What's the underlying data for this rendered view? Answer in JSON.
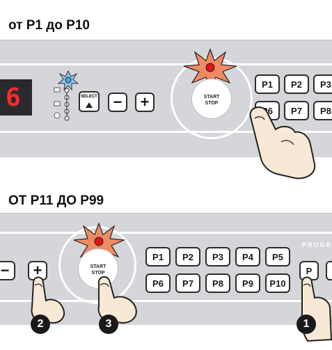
{
  "section1": {
    "title": "от P1 до P10",
    "start_label_1": "START",
    "start_label_2": "STOP",
    "select_label": "SELECT",
    "minus_label": "−",
    "plus_label": "+",
    "display_digit": "6",
    "programs": [
      "P1",
      "P2",
      "P3",
      "P6",
      "P7",
      "P8"
    ]
  },
  "section2": {
    "title": "ОТ P11 ДО P99",
    "start_label_1": "START",
    "start_label_2": "STOP",
    "minus_label": "−",
    "plus_label": "+",
    "program_group_label": "PROGR",
    "prog_button_label": "P",
    "programs_row1": [
      "P1",
      "P2",
      "P3",
      "P4",
      "P5"
    ],
    "programs_row2": [
      "P6",
      "P7",
      "P8",
      "P9",
      "P10"
    ],
    "step_badges": [
      "1",
      "2",
      "3"
    ]
  },
  "colors": {
    "panel": "#d4d6d9",
    "led_red": "#e0141b",
    "flash": "#f08a63",
    "led_blue": "#8fc4ea",
    "display_digit": "#ff2a2a"
  }
}
